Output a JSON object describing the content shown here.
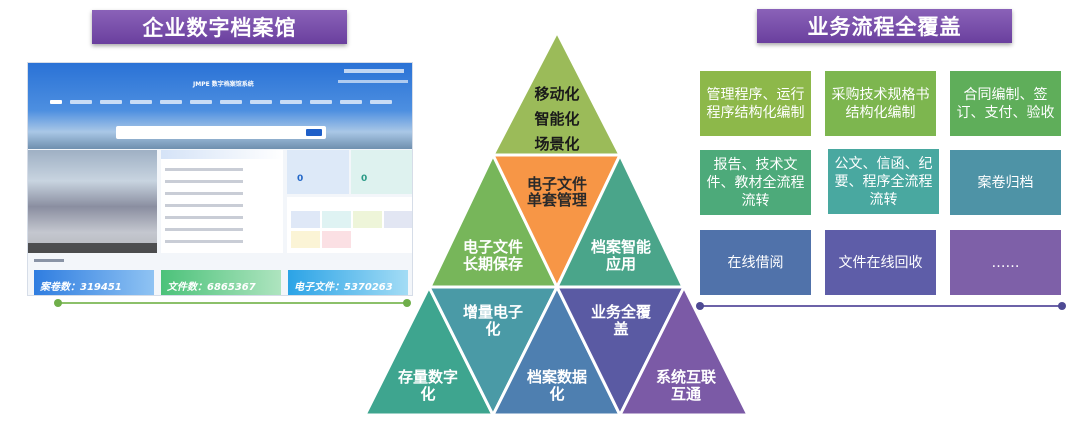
{
  "left_title": "企业数字档案馆",
  "right_title": "业务流程全覆盖",
  "screenshot": {
    "logo_text": "JMPE 数字档案馆系统",
    "widgets": [
      "0",
      "0"
    ],
    "stats": [
      "案卷数：319451",
      "文件数：6865367",
      "电子文件：5370263"
    ]
  },
  "pyramid": {
    "top": [
      "移动化",
      "智能化",
      "场景化"
    ],
    "middle_left": [
      "电子文件",
      "长期保存"
    ],
    "middle_center": [
      "电子文件",
      "单套管理"
    ],
    "middle_right": [
      "档案智能",
      "应用"
    ],
    "bottom_1": [
      "存量数字",
      "化"
    ],
    "bottom_2": [
      "增量电子",
      "化"
    ],
    "bottom_3": [
      "档案数据",
      "化"
    ],
    "bottom_4": [
      "业务全覆",
      "盖"
    ],
    "bottom_5": [
      "系统互联",
      "互通"
    ]
  },
  "process_boxes": [
    {
      "label": "管理程序、运行程序结构化编制",
      "color": "#8db84a"
    },
    {
      "label": "采购技术规格书结构化编制",
      "color": "#7db64f"
    },
    {
      "label": "合同编制、签订、支付、验收",
      "color": "#5fae5a"
    },
    {
      "label": "报告、技术文件、教材全流程流转",
      "color": "#4daa7a"
    },
    {
      "label": "公文、信函、纪要、程序全流程流转",
      "color": "#49a8a0"
    },
    {
      "label": "案卷归档",
      "color": "#4e93a6"
    },
    {
      "label": "在线借阅",
      "color": "#5072aa"
    },
    {
      "label": "文件在线回收",
      "color": "#5e5da8"
    },
    {
      "label": "……",
      "color": "#7e60a8"
    }
  ]
}
